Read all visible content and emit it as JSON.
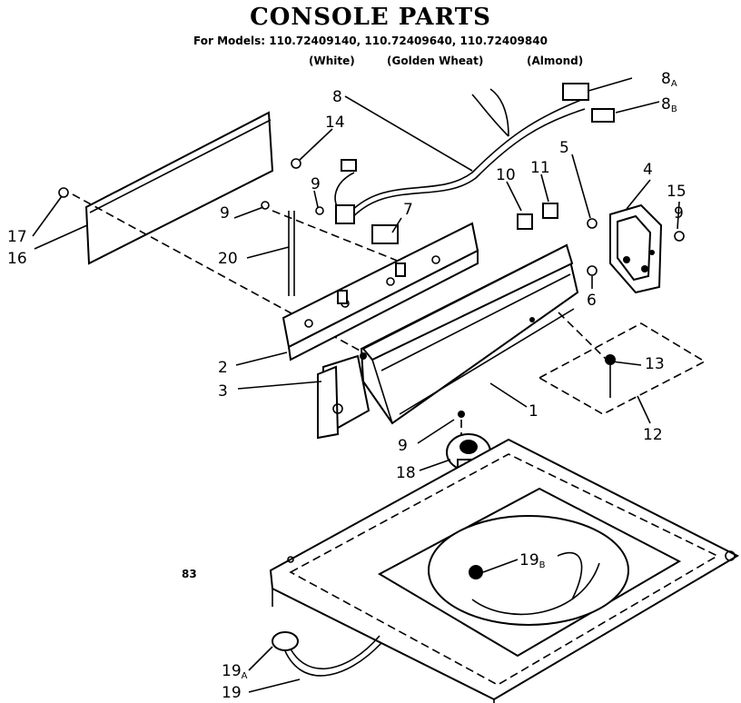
{
  "title": "CONSOLE PARTS",
  "models_line": "For Models: 110.72409140, 110.72409640, 110.72409840",
  "colors": [
    "(White)",
    "(Golden Wheat)",
    "(Almond)"
  ],
  "corner_mark": "83",
  "callouts": [
    {
      "id": "8a",
      "text": "8",
      "sub": "A"
    },
    {
      "id": "8b",
      "text": "8",
      "sub": "B"
    },
    {
      "id": "8",
      "text": "8"
    },
    {
      "id": "14",
      "text": "14"
    },
    {
      "id": "5",
      "text": "5"
    },
    {
      "id": "4",
      "text": "4"
    },
    {
      "id": "15",
      "text": "15"
    },
    {
      "id": "9-right",
      "text": "9"
    },
    {
      "id": "10",
      "text": "10"
    },
    {
      "id": "11",
      "text": "11"
    },
    {
      "id": "9-upper",
      "text": "9"
    },
    {
      "id": "7",
      "text": "7"
    },
    {
      "id": "17",
      "text": "17"
    },
    {
      "id": "16",
      "text": "16"
    },
    {
      "id": "9-mid",
      "text": "9"
    },
    {
      "id": "20",
      "text": "20"
    },
    {
      "id": "6",
      "text": "6"
    },
    {
      "id": "13",
      "text": "13"
    },
    {
      "id": "2",
      "text": "2"
    },
    {
      "id": "3",
      "text": "3"
    },
    {
      "id": "1",
      "text": "1"
    },
    {
      "id": "12",
      "text": "12"
    },
    {
      "id": "9-lower",
      "text": "9"
    },
    {
      "id": "18",
      "text": "18"
    },
    {
      "id": "19b",
      "text": "19",
      "sub": "B"
    },
    {
      "id": "19a",
      "text": "19",
      "sub": "A"
    },
    {
      "id": "19",
      "text": "19"
    }
  ]
}
